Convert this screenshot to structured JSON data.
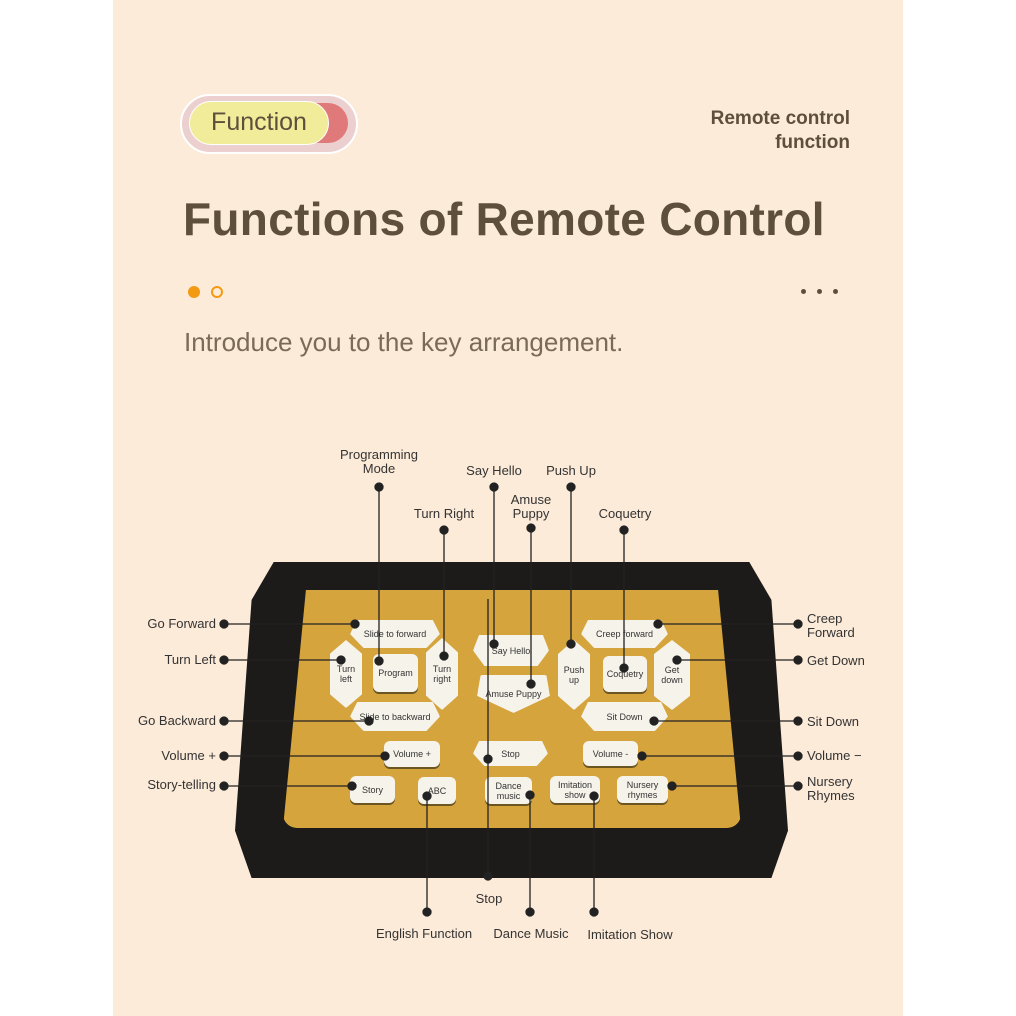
{
  "header": {
    "badge": "Function",
    "subtitle_line1": "Remote control",
    "subtitle_line2": "function",
    "title": "Functions of Remote Control",
    "intro": "Introduce you to the key arrangement."
  },
  "remote_buttons": {
    "slide_forward": "Slide to forward",
    "turn_left": "Turn left",
    "program": "Program",
    "turn_right": "Turn right",
    "say_hello": "Say Hello",
    "amuse_puppy": "Amuse Puppy",
    "slide_backward": "Slide to backward",
    "push_up": "Push up",
    "coquetry": "Coquetry",
    "get_down": "Get down",
    "creep_forward": "Creep forward",
    "sit_down": "Sit Down",
    "volume_up": "Volume +",
    "stop": "Stop",
    "volume_down": "Volume -",
    "story": "Story",
    "abc": "ABC",
    "dance_music": "Dance music",
    "imitation_show": "Imitation show",
    "nursery_rhymes": "Nursery rhymes"
  },
  "callouts": {
    "programming_mode": "Programming Mode",
    "say_hello": "Say Hello",
    "push_up": "Push Up",
    "amuse_puppy": "Amuse Puppy",
    "turn_right": "Turn Right",
    "coquetry": "Coquetry",
    "go_forward": "Go Forward",
    "turn_left": "Turn Left",
    "go_backward": "Go Backward",
    "volume_up": "Volume +",
    "story_telling": "Story-telling",
    "creep_forward": "Creep Forward",
    "get_down": "Get Down",
    "sit_down": "Sit Down",
    "volume_down": "Volume −",
    "nursery_rhymes": "Nursery Rhymes",
    "stop": "Stop",
    "english_function": "English Function",
    "dance_music": "Dance Music",
    "imitation_show": "Imitation Show"
  },
  "colors": {
    "background": "#fdebd9",
    "text": "#5e4f3c",
    "accent": "#f39a12",
    "remote_face": "#d6a43c"
  }
}
